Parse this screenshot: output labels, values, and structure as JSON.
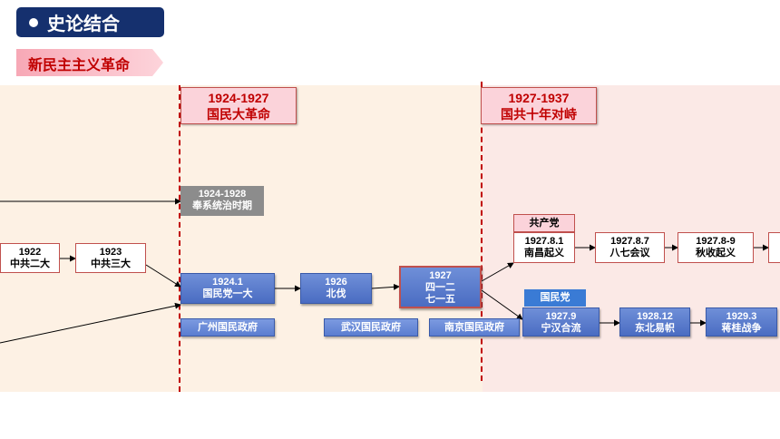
{
  "header": {
    "title": "史论结合",
    "subtitle": "新民主主义革命"
  },
  "periods": [
    {
      "years": "1924-1927",
      "name": "国民大革命"
    },
    {
      "years": "1927-1937",
      "name": "国共十年对峙"
    }
  ],
  "nodes": {
    "ccp2": {
      "date": "1922",
      "event": "中共二大"
    },
    "ccp3": {
      "date": "1923",
      "event": "中共三大"
    },
    "fengxi": {
      "date": "1924-1928",
      "event": "奉系统治时期"
    },
    "kmt1": {
      "date": "1924.1",
      "event": "国民党一大"
    },
    "beifa": {
      "date": "1926",
      "event": "北伐"
    },
    "split": {
      "date": "1927",
      "line1": "四一二",
      "line2": "七一五"
    },
    "nanchang": {
      "date": "1927.8.1",
      "event": "南昌起义"
    },
    "bayi": {
      "date": "1927.8.7",
      "event": "八七会议"
    },
    "qiushou": {
      "date": "1927.8-9",
      "event": "秋收起义"
    },
    "ninghan": {
      "date": "1927.9",
      "event": "宁汉合流"
    },
    "dongbei": {
      "date": "1928.12",
      "event": "东北易帜"
    },
    "jianggui": {
      "date": "1929.3",
      "event": "蒋桂战争"
    }
  },
  "governments": {
    "guangzhou": "广州国民政府",
    "wuhan": "武汉国民政府",
    "nanjing": "南京国民政府"
  },
  "party_labels": {
    "ccp": "共产党",
    "kmt": "国民党"
  },
  "colors": {
    "navy": "#15306e",
    "red": "#c00000",
    "blue": "#4a6cc2",
    "pink": "#fbd3da"
  }
}
